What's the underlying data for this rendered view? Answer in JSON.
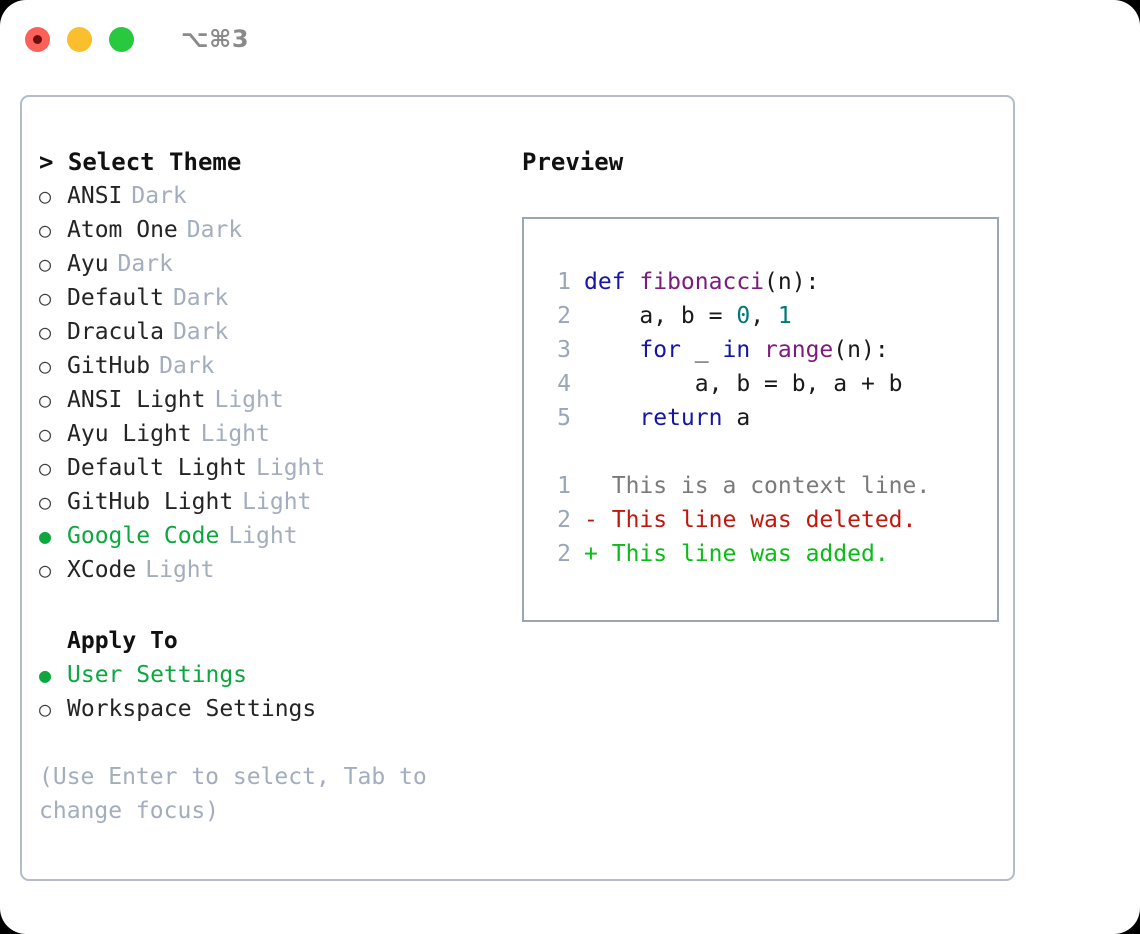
{
  "titlebar": {
    "shortcut": "⌥⌘3",
    "lights": [
      "close-red",
      "minimize-yellow",
      "zoom-green"
    ]
  },
  "theme_picker": {
    "heading": "> Select Theme",
    "caret": ">",
    "heading_text": "Select Theme",
    "markers": {
      "selected": "●",
      "unselected": "○"
    },
    "accent_color": "#0ca73f",
    "muted_color": "#a3adbd",
    "options": [
      {
        "label": "ANSI",
        "kind": "Dark",
        "selected": false
      },
      {
        "label": "Atom One",
        "kind": "Dark",
        "selected": false
      },
      {
        "label": "Ayu",
        "kind": "Dark",
        "selected": false
      },
      {
        "label": "Default",
        "kind": "Dark",
        "selected": false
      },
      {
        "label": "Dracula",
        "kind": "Dark",
        "selected": false
      },
      {
        "label": "GitHub",
        "kind": "Dark",
        "selected": false
      },
      {
        "label": "ANSI Light",
        "kind": "Light",
        "selected": false
      },
      {
        "label": "Ayu Light",
        "kind": "Light",
        "selected": false
      },
      {
        "label": "Default Light",
        "kind": "Light",
        "selected": false
      },
      {
        "label": "GitHub Light",
        "kind": "Light",
        "selected": false
      },
      {
        "label": "Google Code",
        "kind": "Light",
        "selected": true
      },
      {
        "label": "XCode",
        "kind": "Light",
        "selected": false
      }
    ]
  },
  "apply_to": {
    "heading": "Apply To",
    "options": [
      {
        "label": "User Settings",
        "selected": true
      },
      {
        "label": "Workspace Settings",
        "selected": false
      }
    ]
  },
  "hint": "(Use Enter to select, Tab to change focus)",
  "preview": {
    "title": "Preview",
    "code_lines": [
      {
        "number": "1",
        "tokens": [
          {
            "text": "def ",
            "type": "kw"
          },
          {
            "text": "fibonacci",
            "type": "fn"
          },
          {
            "text": "(n):",
            "type": "plain"
          }
        ]
      },
      {
        "number": "2",
        "tokens": [
          {
            "text": "    a, b = ",
            "type": "plain"
          },
          {
            "text": "0",
            "type": "num"
          },
          {
            "text": ", ",
            "type": "plain"
          },
          {
            "text": "1",
            "type": "num"
          }
        ]
      },
      {
        "number": "3",
        "tokens": [
          {
            "text": "    for ",
            "type": "kw"
          },
          {
            "text": "_ ",
            "type": "plain"
          },
          {
            "text": "in ",
            "type": "kw"
          },
          {
            "text": "range",
            "type": "fn"
          },
          {
            "text": "(n):",
            "type": "plain"
          }
        ]
      },
      {
        "number": "4",
        "tokens": [
          {
            "text": "        a, b = b, a + b",
            "type": "plain"
          }
        ]
      },
      {
        "number": "5",
        "tokens": [
          {
            "text": "    return ",
            "type": "kw"
          },
          {
            "text": "a",
            "type": "plain"
          }
        ]
      }
    ],
    "diff_lines": [
      {
        "number": "1",
        "sign": " ",
        "text": "This is a context line.",
        "type": "ctx"
      },
      {
        "number": "2",
        "sign": "-",
        "text": "This line was deleted.",
        "type": "del"
      },
      {
        "number": "2",
        "sign": "+",
        "text": "This line was added.",
        "type": "add"
      }
    ]
  },
  "syntax_colors": {
    "keyword": "#1414a8",
    "function": "#7d1a7d",
    "number": "#00777a",
    "plain": "#1a1a1a",
    "lineno": "#9aa6b7",
    "diff_context": "#7a7a7a",
    "diff_deleted": "#c0170f",
    "diff_added": "#0bbb18"
  }
}
